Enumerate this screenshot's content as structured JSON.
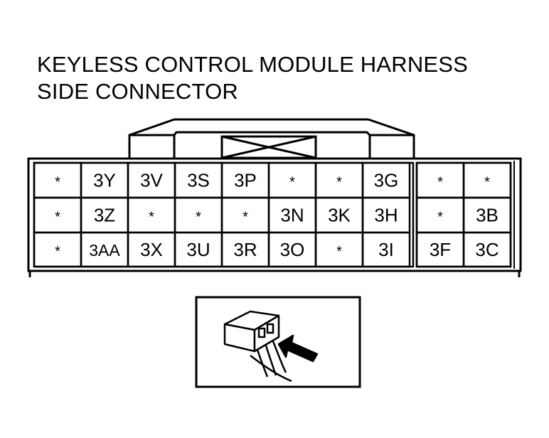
{
  "title": {
    "line1": "KEYLESS CONTROL MODULE HARNESS",
    "line2": "SIDE CONNECTOR"
  },
  "connector": {
    "rows": [
      [
        "*",
        "3Y",
        "3V",
        "3S",
        "3P",
        "*",
        "*",
        "3G",
        "*",
        "*"
      ],
      [
        "*",
        "3Z",
        "*",
        "*",
        "*",
        "3N",
        "3K",
        "3H",
        "*",
        "3B"
      ],
      [
        "*",
        "3AA",
        "3X",
        "3U",
        "3R",
        "3O",
        "*",
        "3I",
        "3F",
        "3C"
      ]
    ]
  },
  "inset": {
    "icon": "connector-probe-illustration"
  }
}
